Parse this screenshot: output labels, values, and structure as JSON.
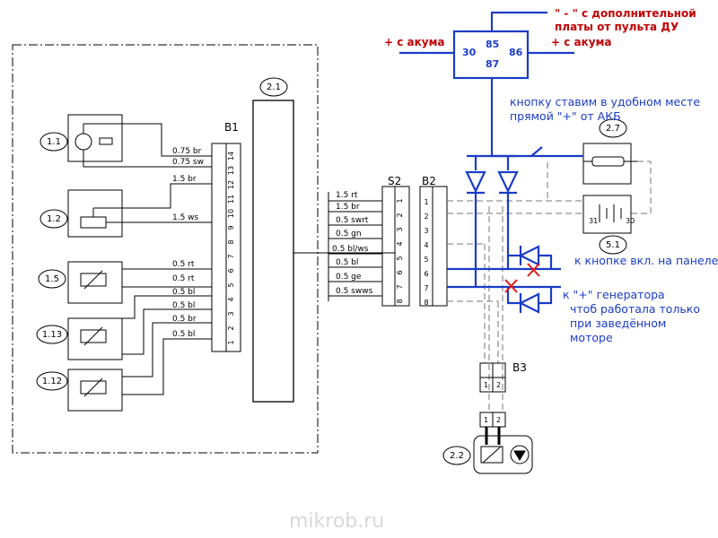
{
  "colors": {
    "overlay": "#1a3cc8",
    "overlay_red": "#c00000",
    "drawing": "#000000"
  },
  "components": {
    "c1_1": "1.1",
    "c1_2": "1.2",
    "c1_5": "1.5",
    "c1_13": "1.13",
    "c1_12": "1.12",
    "c2_1": "2.1",
    "c2_7": "2.7",
    "c5_1": "5.1",
    "c2_2": "2.2"
  },
  "connectors": {
    "b1": "B1",
    "s2": "S2",
    "b2": "B2",
    "b3": "B3"
  },
  "b1_wires": [
    "0.75 br",
    "0.75 sw",
    "1.5 br",
    "1.5 ws",
    "0.5 rt",
    "0.5 rt",
    "0.5 bl",
    "0.5 bl",
    "0.5 br",
    "0.5 bl"
  ],
  "b1_pins": [
    "14",
    "13",
    "12",
    "11",
    "10",
    "9",
    "8",
    "7",
    "6",
    "5",
    "4",
    "3",
    "2",
    "1"
  ],
  "s2_wires": [
    "1.5 rt",
    "1.5 br",
    "0.5 swrt",
    "0.5 gn",
    "0.5 bl/ws",
    "0.5 bl",
    "0.5 ge",
    "0.5 swws"
  ],
  "s2_pins": [
    "1",
    "2",
    "3",
    "4",
    "5",
    "6",
    "7",
    "8"
  ],
  "b2_pins": [
    "1",
    "2",
    "3",
    "4",
    "5",
    "6",
    "7",
    "8"
  ],
  "b3_pins": [
    "1",
    "2"
  ],
  "b22_pins": [
    "1",
    "2"
  ],
  "relay5_1": {
    "left": "31",
    "right": "30"
  },
  "relay": {
    "p30": "30",
    "p85": "85",
    "p86": "86",
    "p87": "87"
  },
  "annotations": {
    "minus_top": "\" - \" с дополнительной",
    "minus_bottom": "платы от пульта ДУ",
    "plus_left": "+ с акума",
    "plus_right": "+ с акума",
    "button_1": "кнопку ставим в удобном месте",
    "button_2": "прямой \"+\" от АКБ",
    "panel": "к кнопке вкл. на панеле",
    "gen_1": "к \"+\" генератора",
    "gen_2": "чтоб работала только",
    "gen_3": "при заведённом",
    "gen_4": "моторе"
  },
  "watermark": "mikrob.ru"
}
